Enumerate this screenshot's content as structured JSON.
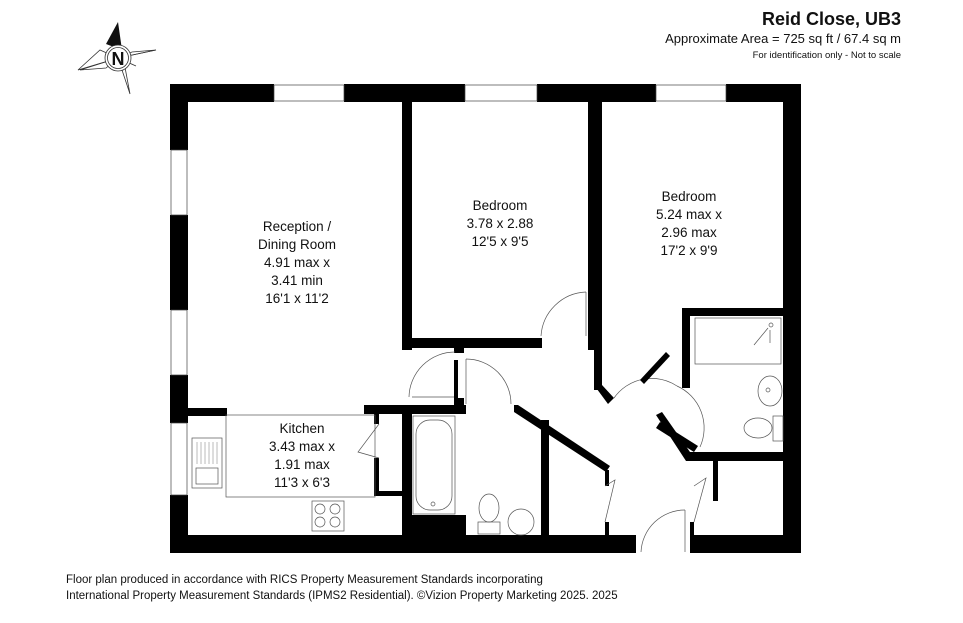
{
  "header": {
    "title": "Reid Close, UB3",
    "area": "Approximate Area = 725 sq ft / 67.4 sq m",
    "note": "For identification only - Not to scale"
  },
  "compass": {
    "letter": "N",
    "icon": "north-compass-icon"
  },
  "rooms": {
    "reception": {
      "name": "Reception /",
      "name2": "Dining Room",
      "dim1": "4.91 max x",
      "dim2": "3.41 min",
      "imperial": "16'1 x 11'2"
    },
    "bedroom1": {
      "name": "Bedroom",
      "dim1": "3.78 x 2.88",
      "imperial": "12'5 x 9'5"
    },
    "bedroom2": {
      "name": "Bedroom",
      "dim1": "5.24 max x",
      "dim2": "2.96 max",
      "imperial": "17'2 x 9'9"
    },
    "kitchen": {
      "name": "Kitchen",
      "dim1": "3.43 max x",
      "dim2": "1.91 max",
      "imperial": "11'3 x 6'3"
    }
  },
  "footer": {
    "line1": "Floor plan produced in accordance with RICS Property Measurement Standards incorporating",
    "line2": "International Property Measurement Standards (IPMS2 Residential). ©Vizion Property Marketing 2025.  2025"
  },
  "colors": {
    "wall": "#000000",
    "fixture": "#555555",
    "background": "#ffffff"
  }
}
